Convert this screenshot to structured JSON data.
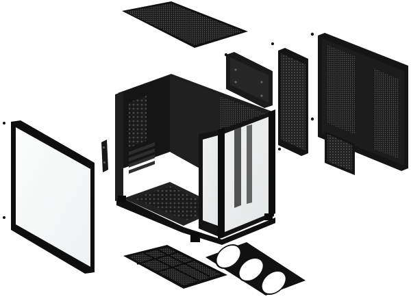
{
  "scene": {
    "background": "#ffffff",
    "colors": {
      "metal": "#1c1c1c",
      "metal_dark": "#0d0d0d",
      "metal_light": "#3a3a3a",
      "mesh": "#2a2a2a",
      "mesh_hole": "#6b6b6b",
      "glass": "#f4f6f7",
      "glass_edge": "#dfe3e5",
      "screw": "#111111"
    },
    "parts": [
      "top-dust-filter",
      "rear-io-bracket",
      "side-mesh-panel",
      "right-side-panel",
      "left-glass-panel",
      "small-bracket",
      "chassis",
      "bottom-dust-filter",
      "fan-bracket"
    ]
  }
}
